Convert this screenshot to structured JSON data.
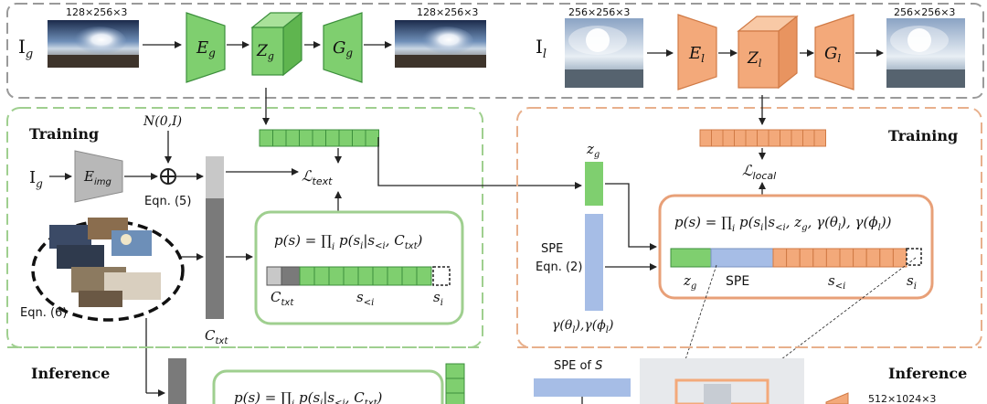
{
  "top_left": {
    "input_label": "I",
    "input_sub": "g",
    "input_dims": "128×256×3",
    "encoder": "E",
    "encoder_sub": "g",
    "latent": "Z",
    "latent_sub": "g",
    "decoder": "G",
    "decoder_sub": "g",
    "output_dims": "128×256×3"
  },
  "top_right": {
    "input_label": "I",
    "input_sub": "l",
    "input_dims": "256×256×3",
    "encoder": "E",
    "encoder_sub": "l",
    "latent": "Z",
    "latent_sub": "l",
    "decoder": "G",
    "decoder_sub": "l",
    "output_dims": "256×256×3"
  },
  "training_left": {
    "title": "Training",
    "noise": "N(0,I)",
    "input_label": "I",
    "input_sub": "g",
    "encoder": "E",
    "encoder_sub": "img",
    "eqn5": "Eqn. (5)",
    "loss": "ℒ",
    "loss_sub": "text",
    "eqn6": "Eqn. (6)",
    "ctxt": "C",
    "ctxt_sub": "txt",
    "formula": "p(s) = ∏ p(s | s  , C   )",
    "formula_main": "p(s) = ∏",
    "formula_sub_i": "i",
    "formula_rest": "p(s",
    "formula_rest2": "|s",
    "formula_rest3": ", C",
    "formula_rest4": ")",
    "seq_ctxt": "C",
    "seq_ctxt_sub": "txt",
    "seq_prev": "s",
    "seq_prev_sub": "<i",
    "seq_cur": "s",
    "seq_cur_sub": "i"
  },
  "training_right": {
    "title": "Training",
    "zg": "z",
    "zg_sub": "g",
    "spe_label": "SPE",
    "spe_eqn": "Eqn. (2)",
    "gamma": "γ(θ",
    "gamma_full": "γ(θl),γ(ϕl)",
    "loss": "ℒ",
    "loss_sub": "local",
    "formula": "p(s) = ∏ p(s|s<i, zg, γ(θl), γ(ϕl))",
    "seq_zg": "z",
    "seq_zg_sub": "g",
    "seq_spe": "SPE",
    "seq_prev": "s",
    "seq_prev_sub": "<i",
    "seq_cur": "s",
    "seq_cur_sub": "i"
  },
  "inference_left": {
    "title": "Inference",
    "formula": "p(s) = ∏ p(s|s<i, Ctxt)"
  },
  "inference_right": {
    "title": "Inference",
    "spe_of_s": "SPE of S",
    "output_dims": "512×1024×3"
  },
  "colors": {
    "green_fill": "#7fcf6f",
    "green_stroke": "#3c8f3c",
    "green_dash": "#9fcf8f",
    "orange_fill": "#f3a97a",
    "orange_stroke": "#d07a45",
    "orange_dash": "#e8b08c",
    "blue_fill": "#a6bde6",
    "gray_dark": "#7a7a7a",
    "gray_light": "#c8c8c8"
  }
}
